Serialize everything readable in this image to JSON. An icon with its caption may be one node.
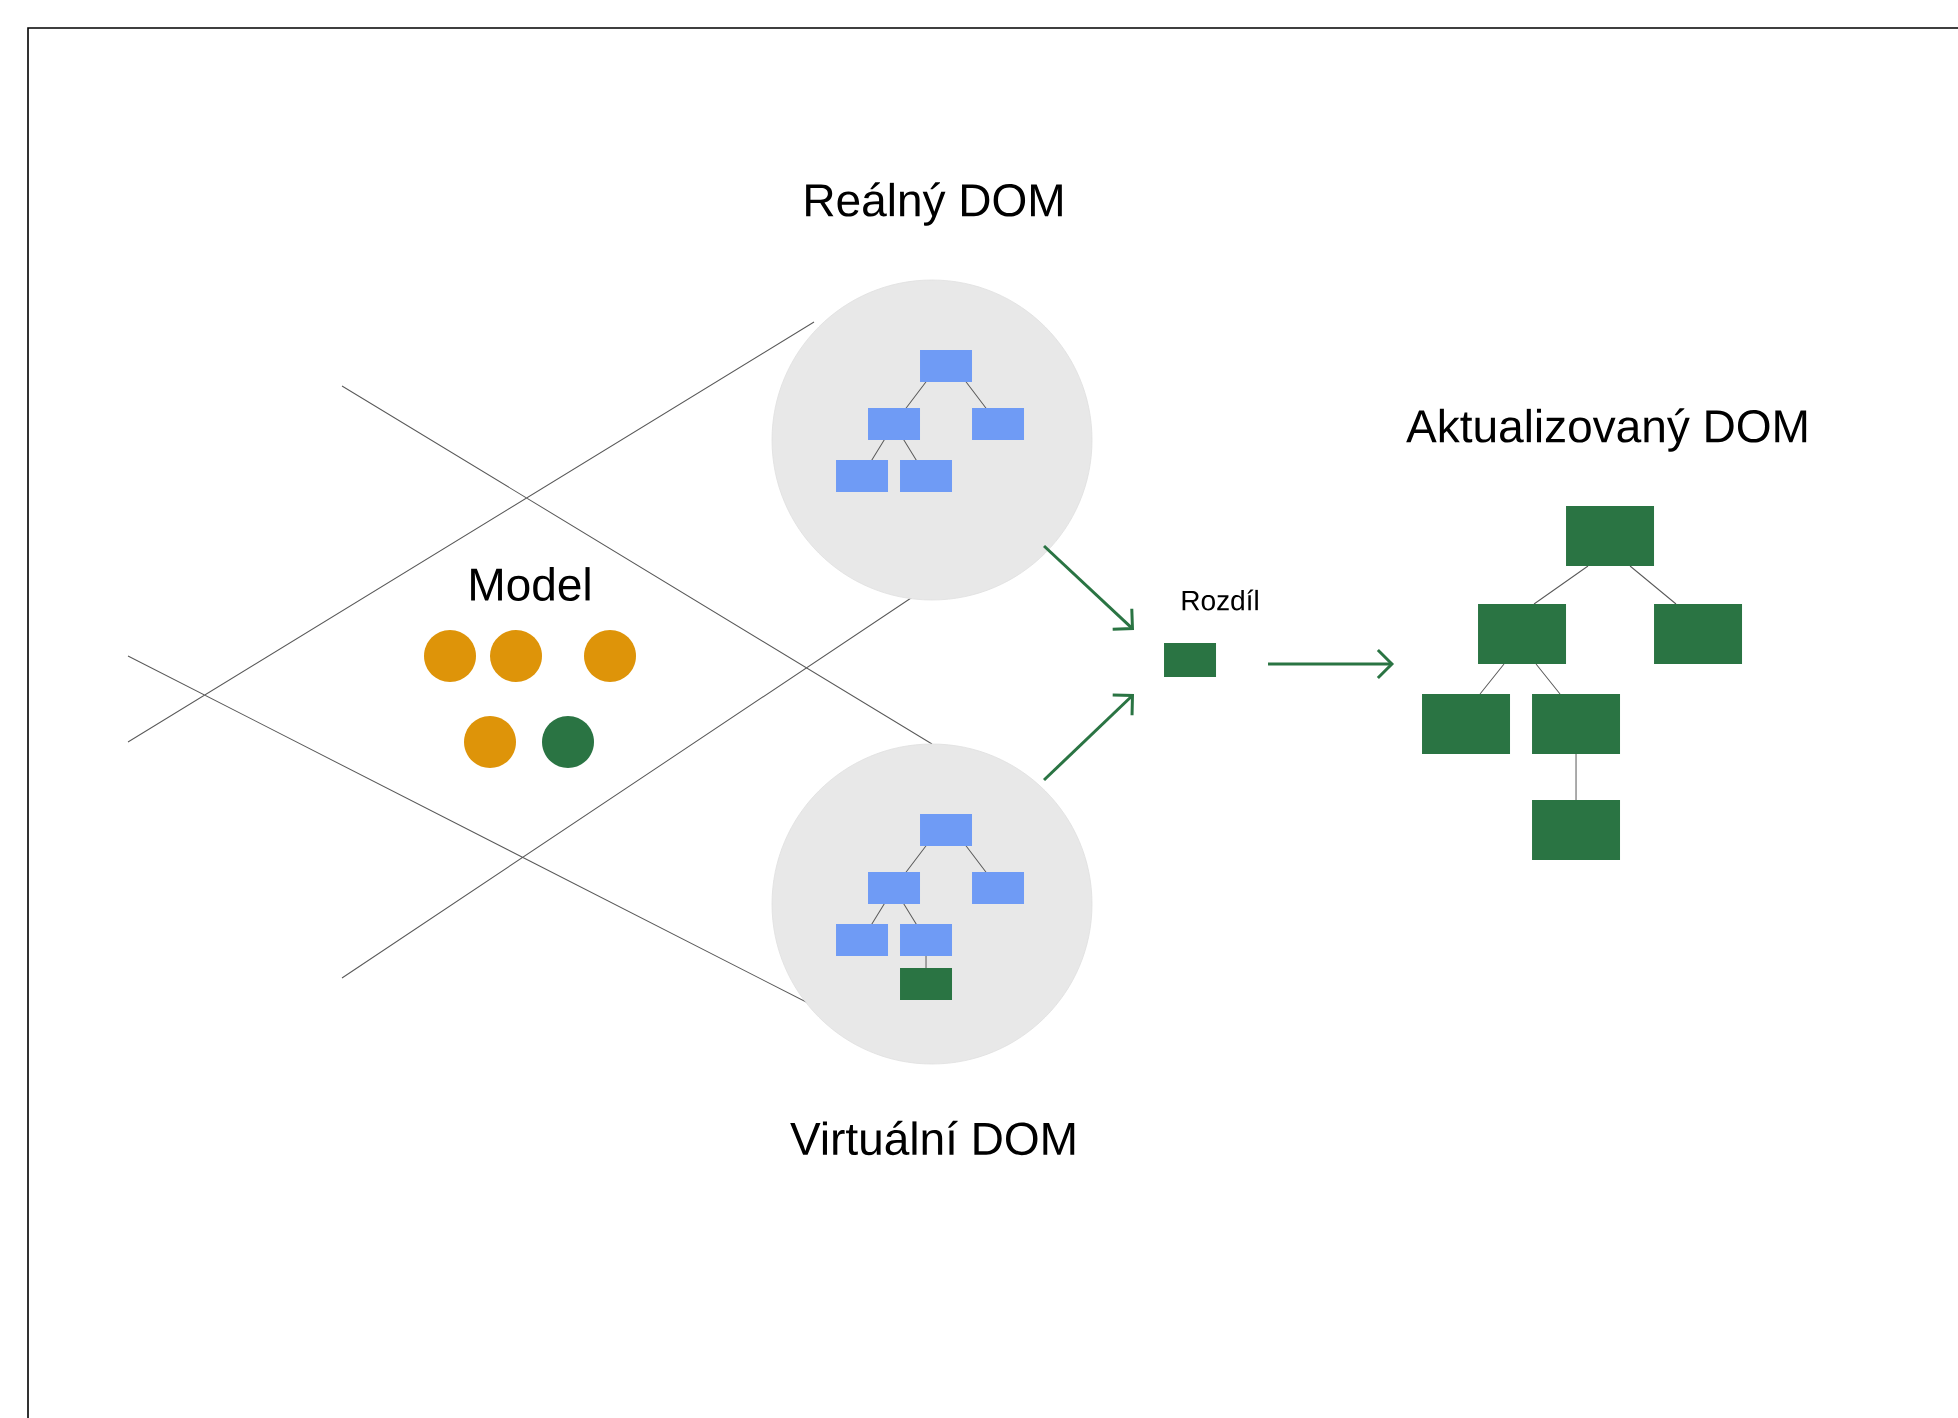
{
  "diagram": {
    "nodes": [
      {
        "text": [
          "Reálný DOM"
        ]
      },
      {
        "text": [
          "Virtuální DOM"
        ]
      },
      {
        "text": [
          "Rozdíl"
        ]
      },
      {
        "text": [
          "Aktualizovaný DOM"
        ]
      }
    ],
    "edges": [
      {
        "from": 0,
        "to": 2,
        "arrow": "to"
      },
      {
        "from": 1,
        "to": 2,
        "arrow": "to"
      },
      {
        "from": 2,
        "to": 3,
        "arrow": "to"
      }
    ],
    "labels": [
      "Model"
    ]
  }
}
